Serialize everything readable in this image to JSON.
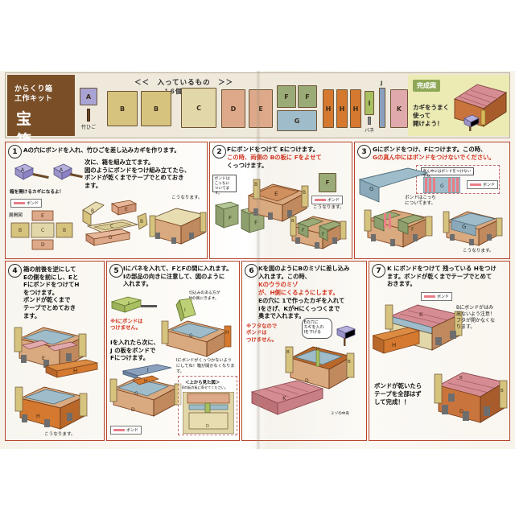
{
  "document": {
    "kind": "craft-kit-instruction-sheet",
    "language": "ja"
  },
  "header": {
    "title_line1": "からくり箱",
    "title_line2": "工作キット",
    "title_main": "宝　箱",
    "contents_label": "＜＜　入っているもの　＞＞",
    "contents_count": "１６個",
    "parts": [
      {
        "id": "A",
        "label": "A",
        "caption": "",
        "color": "#a9a3d4"
      },
      {
        "id": "bamboo",
        "label": "",
        "caption": "竹ひご",
        "color": "#6b4a2a"
      },
      {
        "id": "B1",
        "label": "B",
        "caption": "",
        "color": "#d6c37e"
      },
      {
        "id": "B2",
        "label": "B",
        "caption": "",
        "color": "#d6c37e"
      },
      {
        "id": "C",
        "label": "C",
        "caption": "",
        "color": "#e2d7a8"
      },
      {
        "id": "D",
        "label": "D",
        "caption": "",
        "color": "#dda98a"
      },
      {
        "id": "E",
        "label": "E",
        "caption": "",
        "color": "#dda98a"
      },
      {
        "id": "F1",
        "label": "F",
        "caption": "",
        "color": "#9aab78"
      },
      {
        "id": "F2",
        "label": "F",
        "caption": "",
        "color": "#9aab78"
      },
      {
        "id": "G",
        "label": "G",
        "caption": "",
        "color": "#9fbcca"
      },
      {
        "id": "H1",
        "label": "H",
        "caption": "",
        "color": "#d4792f"
      },
      {
        "id": "H2",
        "label": "H",
        "caption": "",
        "color": "#d4792f"
      },
      {
        "id": "H3",
        "label": "H",
        "caption": "",
        "color": "#d4792f"
      },
      {
        "id": "I",
        "label": "I",
        "caption": "バネ",
        "color": "#a8bf62"
      },
      {
        "id": "J",
        "label": "J",
        "caption": "",
        "color": "#8aa0bc"
      },
      {
        "id": "K",
        "label": "K",
        "caption": "",
        "color": "#e0a9ac"
      }
    ],
    "finish": {
      "badge": "完成図",
      "text_line1": "カギをうまく",
      "text_line2": "使って",
      "text_line3": "開けよう！"
    }
  },
  "steps": [
    {
      "number": "1",
      "text_main": "Aの穴にボンドを入れ、竹ひごを差し込みカギを作ります。",
      "text_sub": "次に、箱を組み立てます。\n図のようにボンドをつけ組み立てたら、\nボンドが乾くまでテープでとめておき\nます。",
      "notes": [
        {
          "name": "key-caption",
          "text": "箱を開けるカギになるよ！"
        },
        {
          "name": "bond-key",
          "text": "ボンド"
        },
        {
          "name": "layout-caption",
          "text": "展開図"
        },
        {
          "name": "result-caption",
          "text": "こうなります。"
        }
      ],
      "part_labels": [
        "A",
        "A",
        "E",
        "C",
        "B",
        "D",
        "B",
        "C",
        "D",
        "E"
      ]
    },
    {
      "number": "2",
      "text_main": "Fにボンドをつけて Eにつけます。",
      "text_red_inline": "この時、両側の Bの板に Fをよせて",
      "text_tail": "くっつけます。",
      "notes": [
        {
          "name": "bond-here-callout",
          "text": "ボンドは\nこっちに\nついてます。"
        },
        {
          "name": "bond-key",
          "text": "ボンド"
        },
        {
          "name": "result-caption",
          "text": "こうなります。"
        }
      ],
      "part_labels": [
        "F",
        "F",
        "F",
        "F",
        "E",
        "B",
        "B",
        "B",
        "B"
      ]
    },
    {
      "number": "3",
      "text_main": "Gにボンドをつけ、Fにつけます。この時、",
      "text_red": "Gの真ん中にはボンドをつけないでください。",
      "notes": [
        {
          "name": "center-no-bond-callout",
          "text": "真ん中にはボンドをつけないでね"
        },
        {
          "name": "bond-key",
          "text": "ボンド"
        },
        {
          "name": "bond-side-callout",
          "text": "ボンドはこっち\nについてます。"
        },
        {
          "name": "result-caption",
          "text": "こうなります。"
        }
      ],
      "part_labels": [
        "G",
        "G",
        "G",
        "F"
      ]
    },
    {
      "number": "4",
      "text_main": "箱の前後を逆にして\nEの側を前にし、Eと\nFにボンドをつけてH\nをつけます。\nボンドが乾くまで\nテープでとめておき\nます。",
      "notes": [
        {
          "name": "result-caption",
          "text": "こうなります。"
        }
      ],
      "part_labels": [
        "H",
        "H",
        "E",
        "E"
      ]
    },
    {
      "number": "5",
      "text_main": "Iにバネを入れて、FとFの間に入れます。\nIの部品の向きに注意して、図のように\n入れます。",
      "text_secondary": "Iを入れたら次に、\nJ の板をボンドで\nFにつけます。",
      "notes": [
        {
          "name": "no-bond-on-i",
          "text": "※Iにボンドは\nつけません。"
        },
        {
          "name": "notch-callout",
          "text": "切込みのある方が\nHの側にきます。"
        },
        {
          "name": "j-no-bond-note",
          "text": "Iにボンドがくっつかないよう\nにしてね！箱が開かなくなります。"
        },
        {
          "name": "top-view-title",
          "text": "＜上から見た図＞"
        },
        {
          "name": "top-view-sub",
          "text": "Bの板の板に寄せてください。"
        },
        {
          "name": "bond-key",
          "text": "ボンド"
        }
      ],
      "part_labels": [
        "I",
        "I",
        "I",
        "H",
        "G",
        "J",
        "D",
        "D"
      ]
    },
    {
      "number": "6",
      "text_main": "Kを図のようにBのミゾに差し込み\n入れます。この時、",
      "text_red": "Kのウラのミゾ\nが、H側にくるようにします。",
      "text_tail": "Eの穴に 1で作ったカギを入れて\n Iをさげ、KがHにくっつくまで\n奥まで入れます。",
      "notes": [
        {
          "name": "no-bond-lid",
          "text": "※フタなので\nボンドは\nつけません。"
        },
        {
          "name": "key-insert-callout",
          "text": "Eの穴に\nカギを入れ\nIを下げる"
        },
        {
          "name": "groove-caption",
          "text": "ミゾの中央"
        }
      ],
      "part_labels": [
        "K",
        "B",
        "B",
        "H",
        "D"
      ]
    },
    {
      "number": "7",
      "text_main": "K にボンドをつけて 残っている Hをつけ\nます。ボンドが乾くまでテープでとめて\nおきます。",
      "notes": [
        {
          "name": "bond-key",
          "text": "ボンド"
        },
        {
          "name": "b-overflow-warning",
          "text": "Bにボンドがはみ\n出ないよう注意！\nフタが開かなくな\nります。"
        },
        {
          "name": "final-note",
          "text": "ボンドが乾いたら\nテープを全部はず\nして完成！！"
        }
      ],
      "part_labels": [
        "K",
        "H",
        "D",
        "B",
        "B",
        "D"
      ]
    }
  ],
  "colors": {
    "panel_border": "#b5452c",
    "title_bg": "#7a4f28",
    "header_bg": "#efe9dc",
    "finish_bg": "#ecebb4",
    "accent_red": "#d2321e",
    "bond_pink": "#e87d86"
  }
}
